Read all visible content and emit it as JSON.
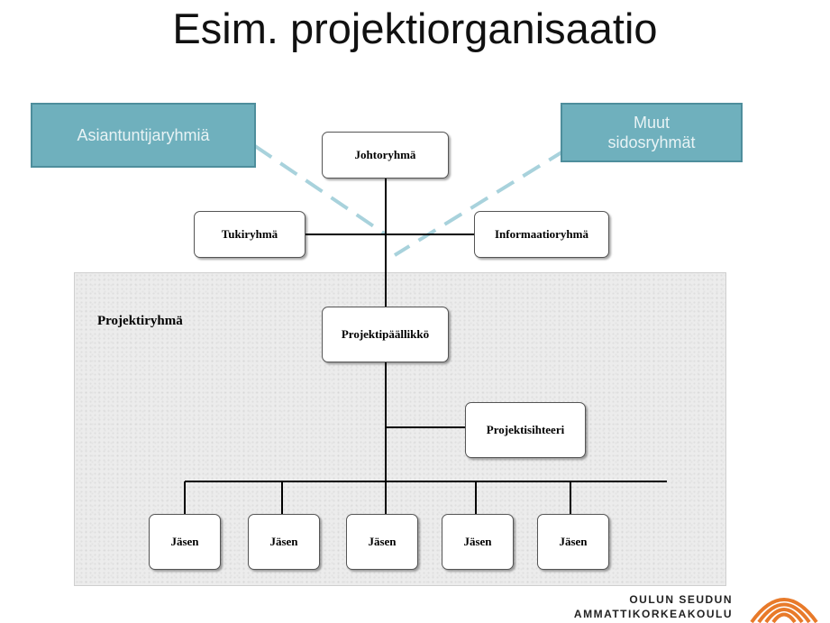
{
  "slide": {
    "title": "Esim. projektiorganisaatio"
  },
  "callouts": {
    "left": "Asiantuntijaryhmiä",
    "right_line1": "Muut",
    "right_line2": "sidosryhmät"
  },
  "org": {
    "steering": "Johtoryhmä",
    "support": "Tukiryhmä",
    "information": "Informaatioryhmä",
    "team_label": "Projektiryhmä",
    "manager": "Projektipäällikkö",
    "secretary": "Projektisihteeri",
    "members": [
      "Jäsen",
      "Jäsen",
      "Jäsen",
      "Jäsen",
      "Jäsen"
    ]
  },
  "logo": {
    "line1": "OULUN SEUDUN",
    "line2": "AMMATTIKORKEAKOULU",
    "icon": "stacked-arcs-logo-icon",
    "color": "#e87a2a"
  },
  "colors": {
    "callout_fill": "#6fb0bd",
    "dashed_connector": "#a8d2dc"
  }
}
